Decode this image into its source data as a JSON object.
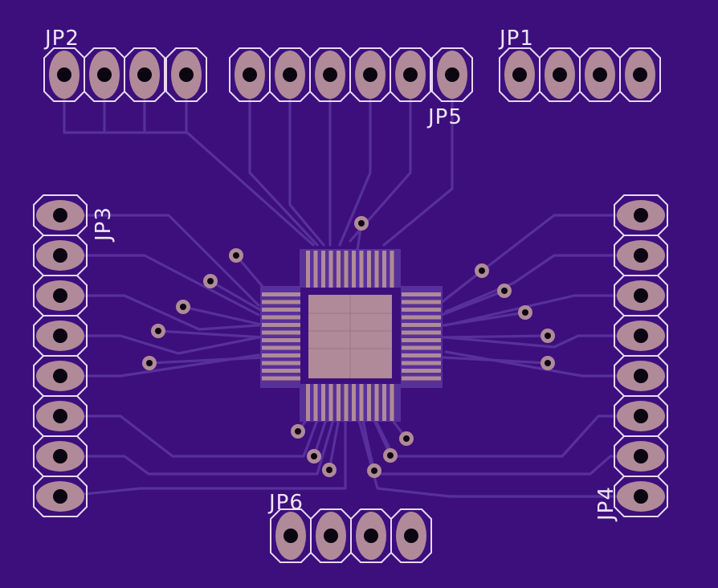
{
  "colors": {
    "board": "#3c0f7d",
    "trace": "#58309a",
    "trace_light": "#6a44ab",
    "copper": "#b08a98",
    "hole": "#0b0612",
    "silk": "#e7d9f2"
  },
  "labels": {
    "jp1": "JP1",
    "jp2": "JP2",
    "jp3": "JP3",
    "jp4": "JP4",
    "jp5": "JP5",
    "jp6": "JP6"
  }
}
